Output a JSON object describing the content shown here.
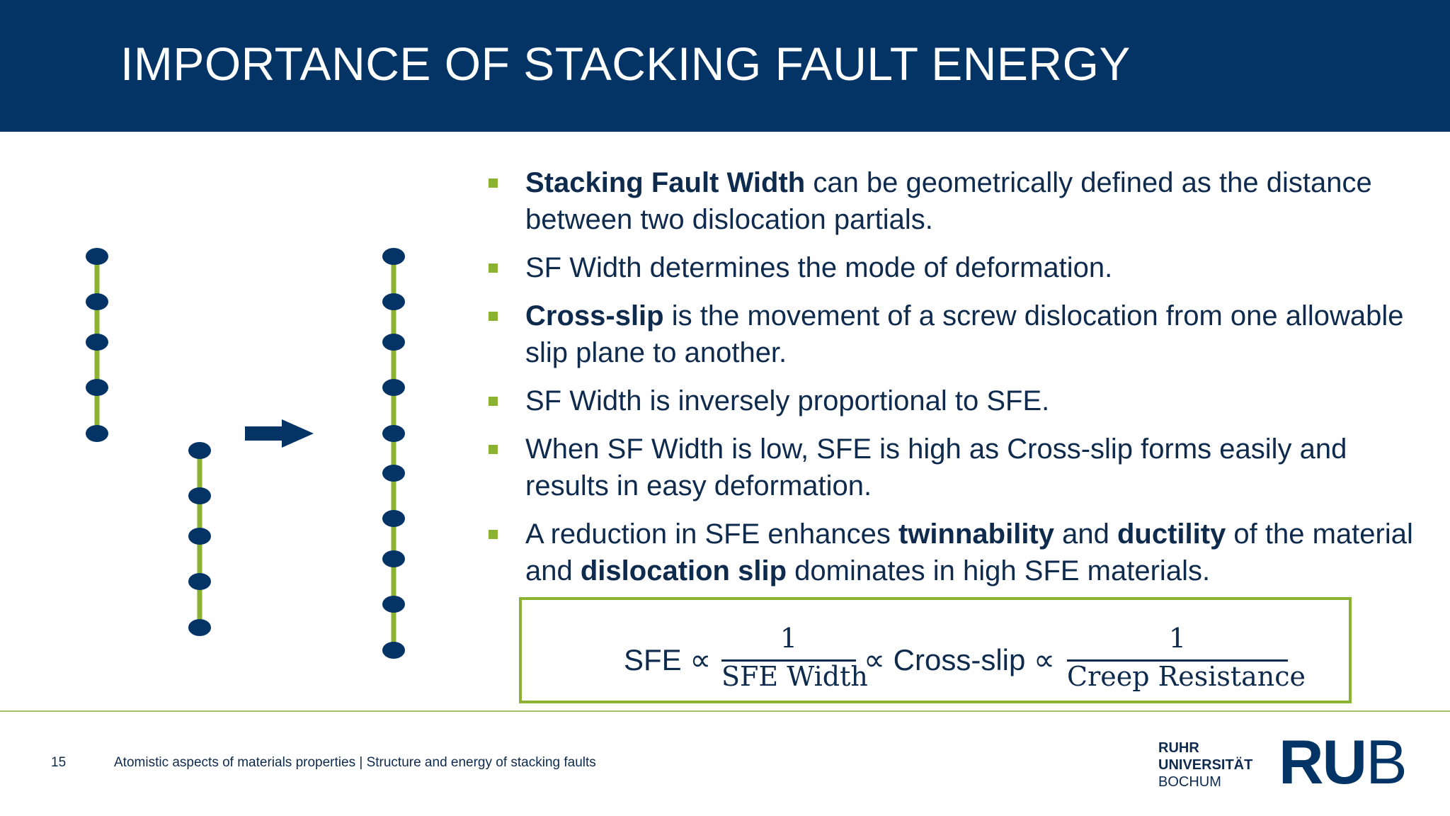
{
  "slide": {
    "title": "IMPORTANCE OF STACKING FAULT ENERGY"
  },
  "bullets": [
    {
      "bold": "Stacking Fault Width",
      "text": " can be geometrically defined as the distance between two dislocation partials."
    },
    {
      "text": "SF Width determines the mode of deformation."
    },
    {
      "bold": "Cross-slip",
      "text": " is the movement of a screw dislocation from one allowable slip plane to another."
    },
    {
      "text": "SF Width is inversely proportional to SFE."
    },
    {
      "text": "When SF Width is low, SFE is high as Cross-slip forms easily and results in easy deformation."
    },
    {
      "pre": "A reduction in SFE enhances ",
      "b1": "twinnability",
      "mid1": " and ",
      "b2": "ductility",
      "mid2": " of the material and ",
      "b3": "dislocation slip",
      "post": " dominates in high SFE materials."
    }
  ],
  "formula": {
    "lhs": "SFE ∝",
    "num1": "1",
    "den1": "SFE Width",
    "mid": "∝ Cross-slip ∝",
    "num2": "1",
    "den2": "Creep Resistance"
  },
  "footer": {
    "page_number": "15",
    "text": "Atomistic aspects of materials properties | Structure and energy of stacking faults",
    "university_line1": "RUHR",
    "university_line2": "UNIVERSITÄT",
    "university_line3": "BOCHUM",
    "logo_bold": "RU",
    "logo_thin": "B"
  },
  "colors": {
    "header": "#033465",
    "accent_green": "#8cb232",
    "atom": "#033465"
  },
  "icons": {
    "arrow": "right-arrow-icon",
    "bullet": "square-bullet-icon"
  }
}
